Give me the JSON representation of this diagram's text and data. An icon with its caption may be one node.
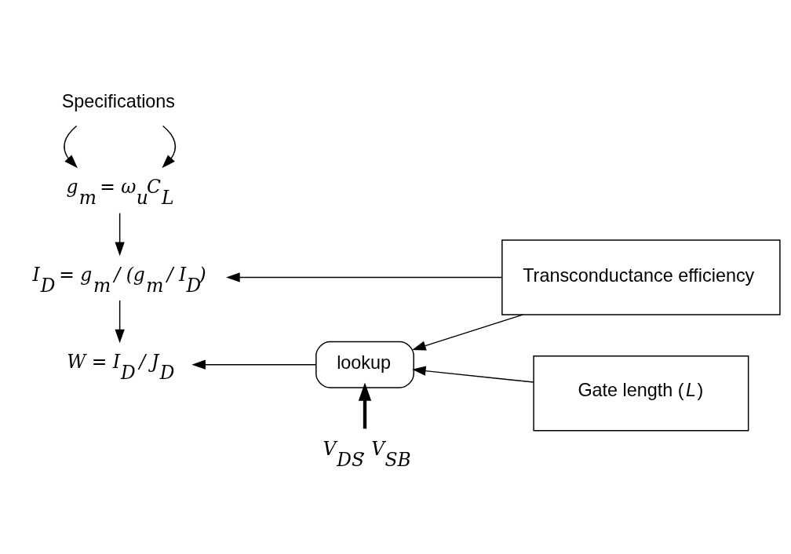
{
  "diagram": {
    "nodes": [
      {
        "text": [
          "Specifications"
        ]
      },
      {
        "text": [
          "g$_{m}$ = ω$_{u}$C$_{L}$"
        ]
      },
      {
        "text": [
          "I$_{D}$ = g$_{m}$ / (g$_{m}$ / I$_{D}$)"
        ]
      },
      {
        "text": [
          "W = I$_{D}$ / J$_{D}$"
        ]
      },
      {
        "text": [
          "Transconductance efficiency"
        ]
      },
      {
        "text": [
          "lookup"
        ]
      },
      {
        "text": [
          "Gate length (*L*)"
        ]
      },
      {
        "text": [
          "V$_{DS}$, V$_{SB}$"
        ]
      }
    ],
    "edges": [
      {
        "from": 0,
        "to": 1,
        "arrow": "to"
      },
      {
        "from": 0,
        "to": 1,
        "arrow": "to"
      },
      {
        "from": 1,
        "to": 2,
        "arrow": "to"
      },
      {
        "from": 2,
        "to": 3,
        "arrow": "to"
      },
      {
        "from": 4,
        "to": 2,
        "arrow": "to"
      },
      {
        "from": 4,
        "to": 5,
        "arrow": "to"
      },
      {
        "from": 6,
        "to": 5,
        "arrow": "to"
      },
      {
        "from": 5,
        "to": 3,
        "arrow": "to"
      },
      {
        "from": 7,
        "to": 5,
        "arrow": "to",
        "style": "thick"
      }
    ]
  }
}
